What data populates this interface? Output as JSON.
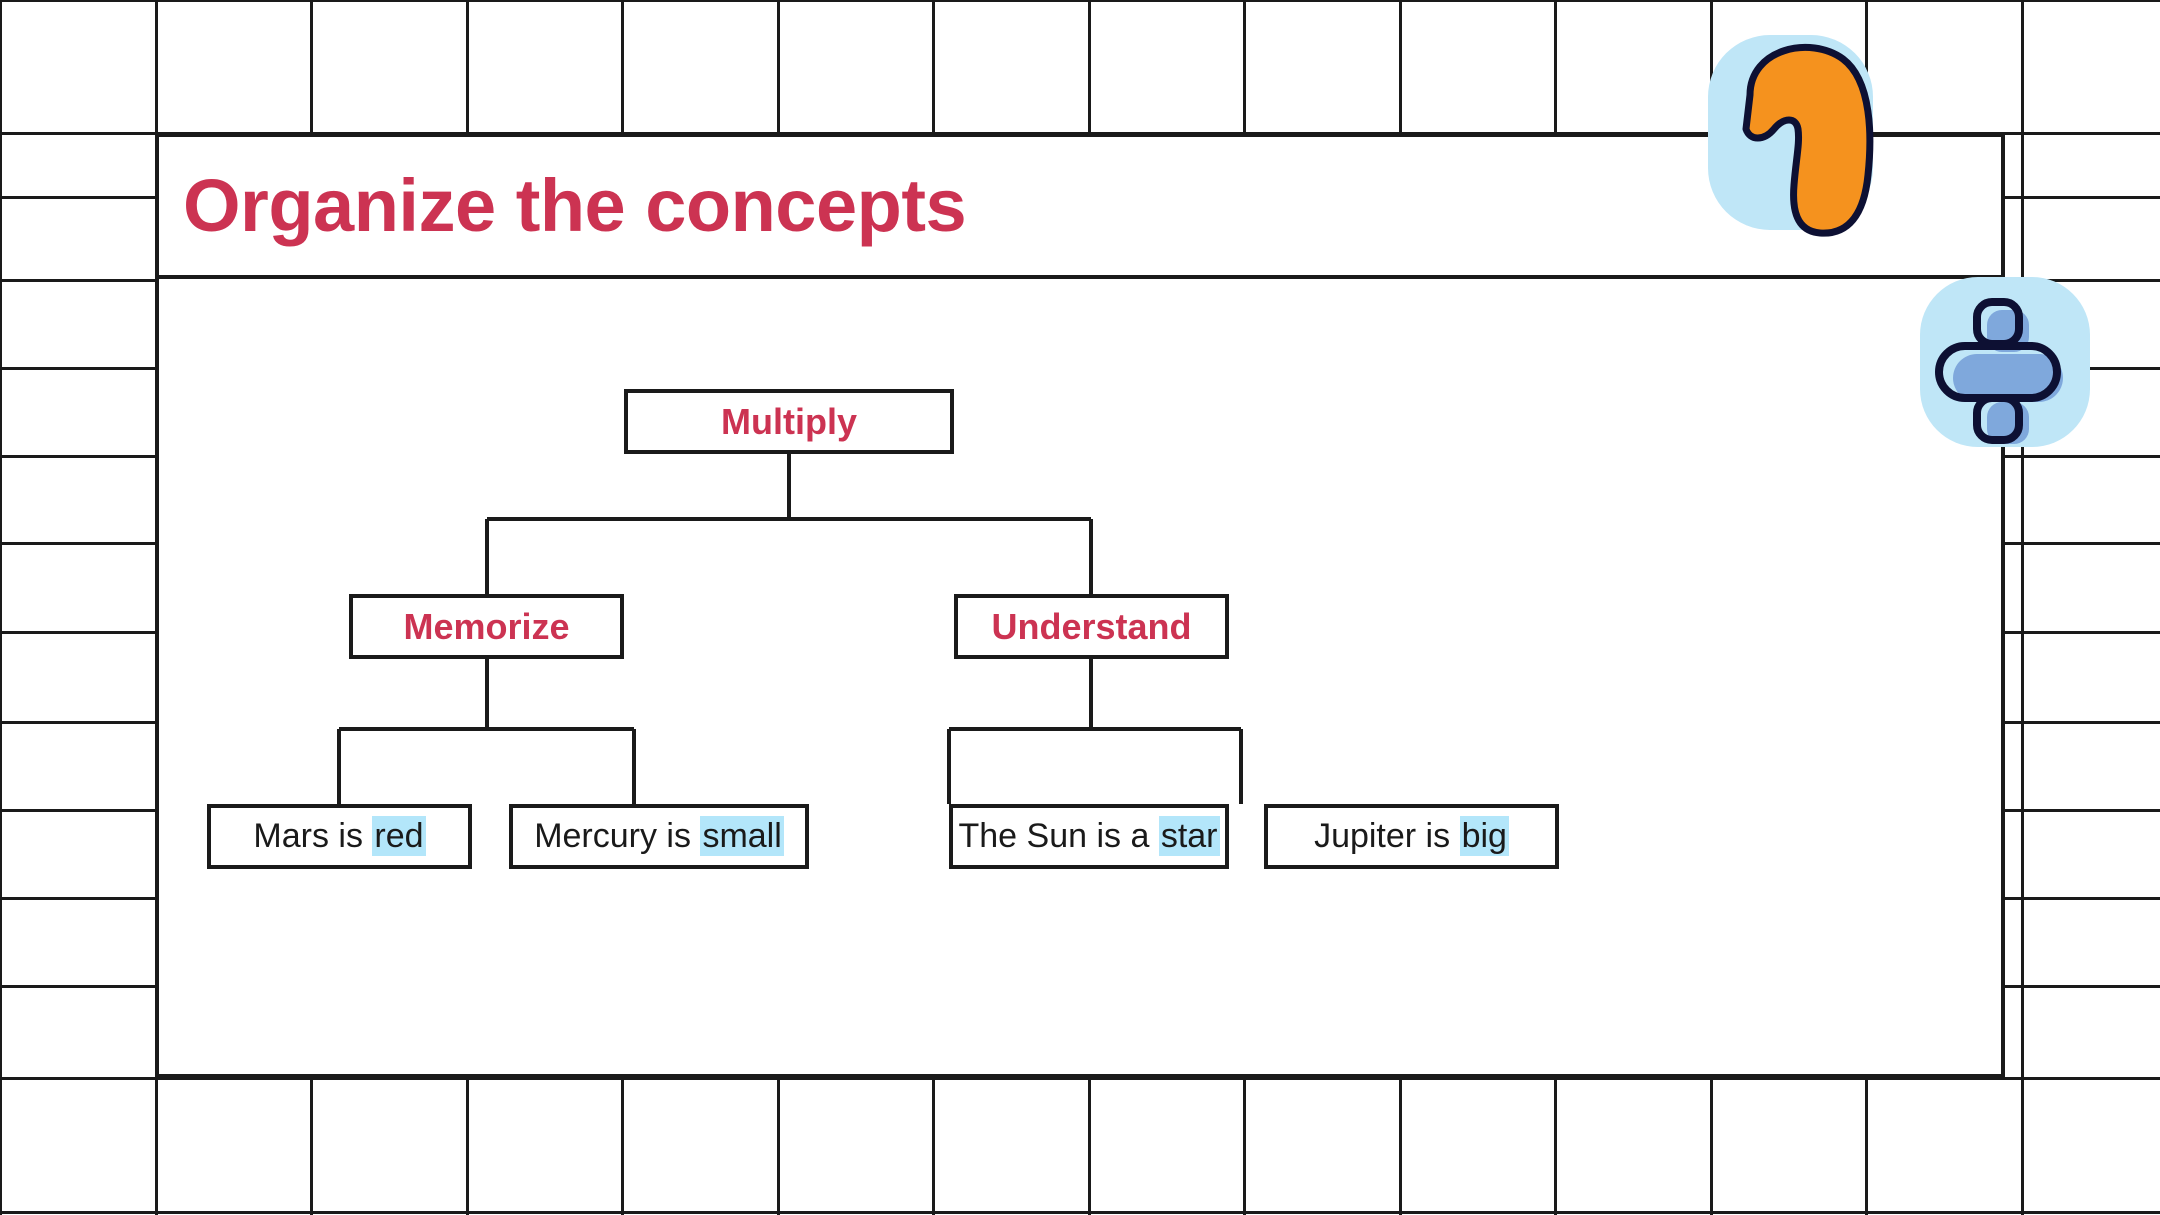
{
  "page": {
    "title": "Organize the concepts",
    "background_style": "grid-paper",
    "accent_color": "#CC3352",
    "highlight_color": "#B3E6FA",
    "line_color": "#1a1a1a"
  },
  "decorations": [
    {
      "name": "number-one-sticker",
      "glyph": "1",
      "blob_color": "#F5921E",
      "backdrop_color": "#BFE6F7",
      "outline_color": "#0D1033"
    },
    {
      "name": "division-sign-sticker",
      "glyph": "÷",
      "blob_color": "#7FA8DC",
      "backdrop_color": "#BFE6F7",
      "outline_color": "#0D1033"
    }
  ],
  "diagram": {
    "type": "tree",
    "root": {
      "id": "root",
      "label": "Multiply",
      "style": "branch"
    },
    "level2": [
      {
        "id": "memorize",
        "label": "Memorize",
        "style": "branch"
      },
      {
        "id": "understand",
        "label": "Understand",
        "style": "branch"
      }
    ],
    "leaves": [
      {
        "id": "mars",
        "parent": "memorize",
        "style": "leaf",
        "text_before": "Mars is ",
        "highlight": "red",
        "text_after": "",
        "full_text": "Mars is red"
      },
      {
        "id": "mercury",
        "parent": "memorize",
        "style": "leaf",
        "text_before": "Mercury is ",
        "highlight": "small",
        "text_after": "",
        "full_text": "Mercury is small"
      },
      {
        "id": "sun",
        "parent": "understand",
        "style": "leaf",
        "text_before": "The Sun is a ",
        "highlight": "star",
        "text_after": "",
        "full_text": "The Sun is a star"
      },
      {
        "id": "jupiter",
        "parent": "understand",
        "style": "leaf",
        "text_before": "Jupiter is ",
        "highlight": "big",
        "text_after": "",
        "full_text": "Jupiter is big"
      }
    ]
  }
}
